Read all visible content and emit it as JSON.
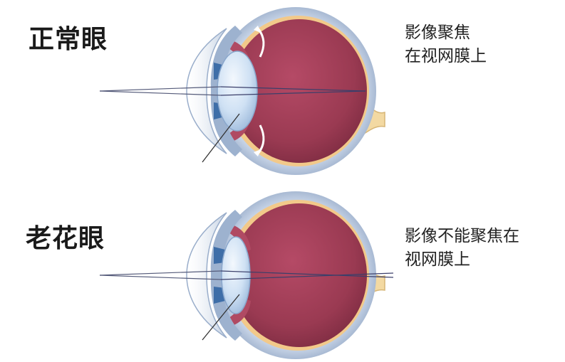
{
  "panels": [
    {
      "title": "正常眼",
      "caption_lines": [
        "影像聚焦",
        "在视网膜上"
      ]
    },
    {
      "title": "老花眼",
      "caption_lines": [
        "影像不能聚焦在",
        "视网膜上"
      ]
    }
  ],
  "colors": {
    "sclera": "#aebfd9",
    "chamber": "#9a3a52",
    "retina": "#f2c98a",
    "lens": "#cfe1f4",
    "cornea": "#dde7f2",
    "ray": "#4a4a6a",
    "optic_nerve": "#f3d9a2"
  }
}
